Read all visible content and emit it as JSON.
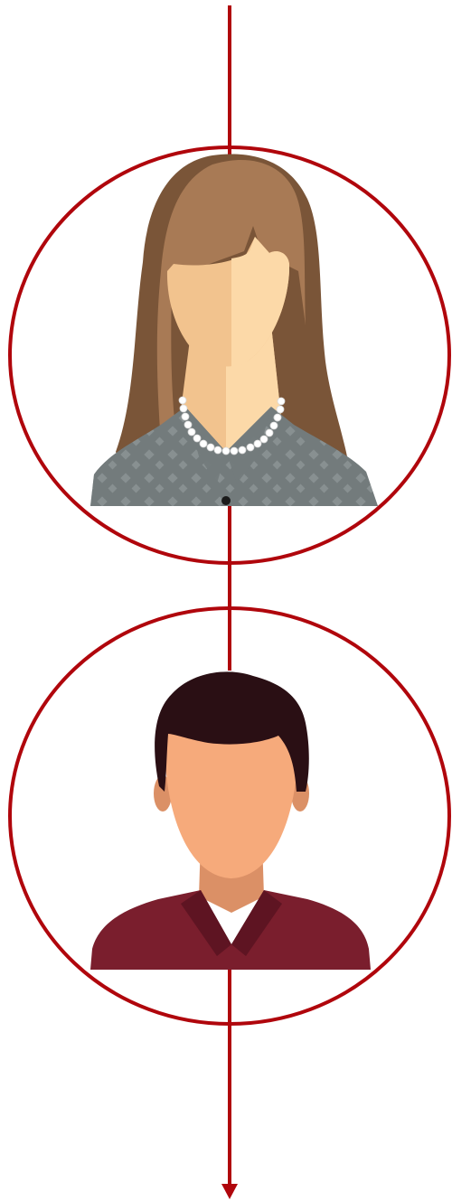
{
  "colors": {
    "background": "#ffffff",
    "accent": "#B0060C",
    "woman_hair": "#A87A55",
    "woman_hair_shadow": "#7A5538",
    "woman_skin": "#FCD9A8",
    "woman_skin_shadow": "#F2C38E",
    "woman_top": "#737B7C",
    "woman_top_pattern": "#9AA2A3",
    "pearls": "#FFFFFF",
    "man_hair": "#2A0F14",
    "man_skin": "#F6AA7B",
    "man_skin_shadow": "#DB9066",
    "man_shirt": "#7A1E2D",
    "man_shirt_dark": "#5E1422"
  },
  "diagram": {
    "direction": "top-to-bottom",
    "nodes": [
      {
        "id": "node-1",
        "icon": "woman-avatar-icon"
      },
      {
        "id": "node-2",
        "icon": "man-avatar-icon"
      }
    ],
    "connectors": [
      {
        "from": "top-edge",
        "to": "node-1",
        "arrowhead": false
      },
      {
        "from": "node-1",
        "to": "node-2",
        "arrowhead": false
      },
      {
        "from": "node-2",
        "to": "bottom-edge",
        "arrowhead": true
      }
    ]
  }
}
